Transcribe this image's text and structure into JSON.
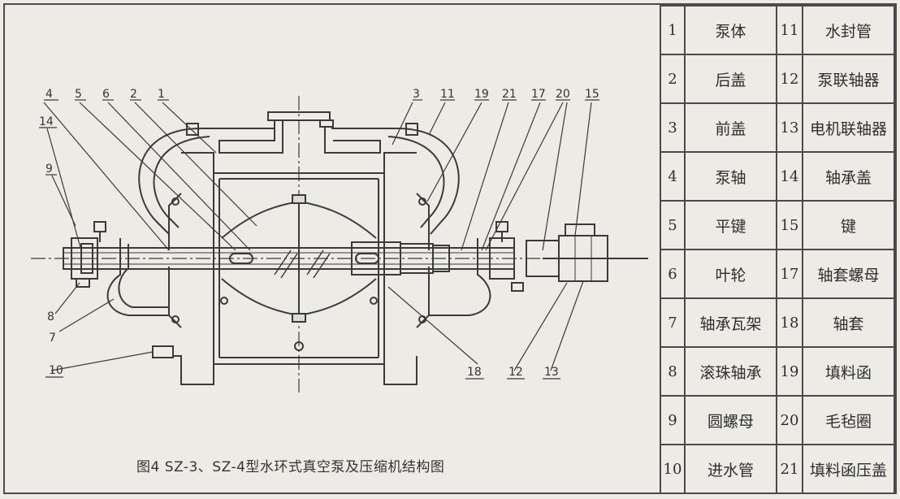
{
  "figure": {
    "caption": "图4 SZ-3、SZ-4型水环式真空泵及压缩机结构图",
    "callouts": [
      {
        "id": "4",
        "num": "4"
      },
      {
        "id": "14",
        "num": "14"
      },
      {
        "id": "9",
        "num": "9"
      },
      {
        "id": "5",
        "num": "5"
      },
      {
        "id": "6",
        "num": "6"
      },
      {
        "id": "2",
        "num": "2"
      },
      {
        "id": "1",
        "num": "1"
      },
      {
        "id": "3",
        "num": "3"
      },
      {
        "id": "11",
        "num": "11"
      },
      {
        "id": "19",
        "num": "19"
      },
      {
        "id": "21",
        "num": "21"
      },
      {
        "id": "17",
        "num": "17"
      },
      {
        "id": "20",
        "num": "20"
      },
      {
        "id": "15",
        "num": "15"
      },
      {
        "id": "8",
        "num": "8"
      },
      {
        "id": "7",
        "num": "7"
      },
      {
        "id": "10",
        "num": "10"
      },
      {
        "id": "18",
        "num": "18"
      },
      {
        "id": "12",
        "num": "12"
      },
      {
        "id": "13",
        "num": "13"
      }
    ]
  },
  "parts_table": {
    "rows": [
      {
        "left": {
          "num": "1",
          "name": "泵体"
        },
        "right": {
          "num": "11",
          "name": "水封管"
        }
      },
      {
        "left": {
          "num": "2",
          "name": "后盖"
        },
        "right": {
          "num": "12",
          "name": "泵联轴器"
        }
      },
      {
        "left": {
          "num": "3",
          "name": "前盖"
        },
        "right": {
          "num": "13",
          "name": "电机联轴器"
        }
      },
      {
        "left": {
          "num": "4",
          "name": "泵轴"
        },
        "right": {
          "num": "14",
          "name": "轴承盖"
        }
      },
      {
        "left": {
          "num": "5",
          "name": "平键"
        },
        "right": {
          "num": "15",
          "name": "键"
        }
      },
      {
        "left": {
          "num": "6",
          "name": "叶轮"
        },
        "right": {
          "num": "17",
          "name": "轴套螺母"
        }
      },
      {
        "left": {
          "num": "7",
          "name": "轴承瓦架"
        },
        "right": {
          "num": "18",
          "name": "轴套"
        }
      },
      {
        "left": {
          "num": "8",
          "name": "滚珠轴承"
        },
        "right": {
          "num": "19",
          "name": "填料函"
        }
      },
      {
        "left": {
          "num": "9",
          "name": "圆螺母"
        },
        "right": {
          "num": "20",
          "name": "毛毡圈"
        }
      },
      {
        "left": {
          "num": "10",
          "name": "进水管"
        },
        "right": {
          "num": "21",
          "name": "填料函压盖"
        }
      }
    ]
  }
}
